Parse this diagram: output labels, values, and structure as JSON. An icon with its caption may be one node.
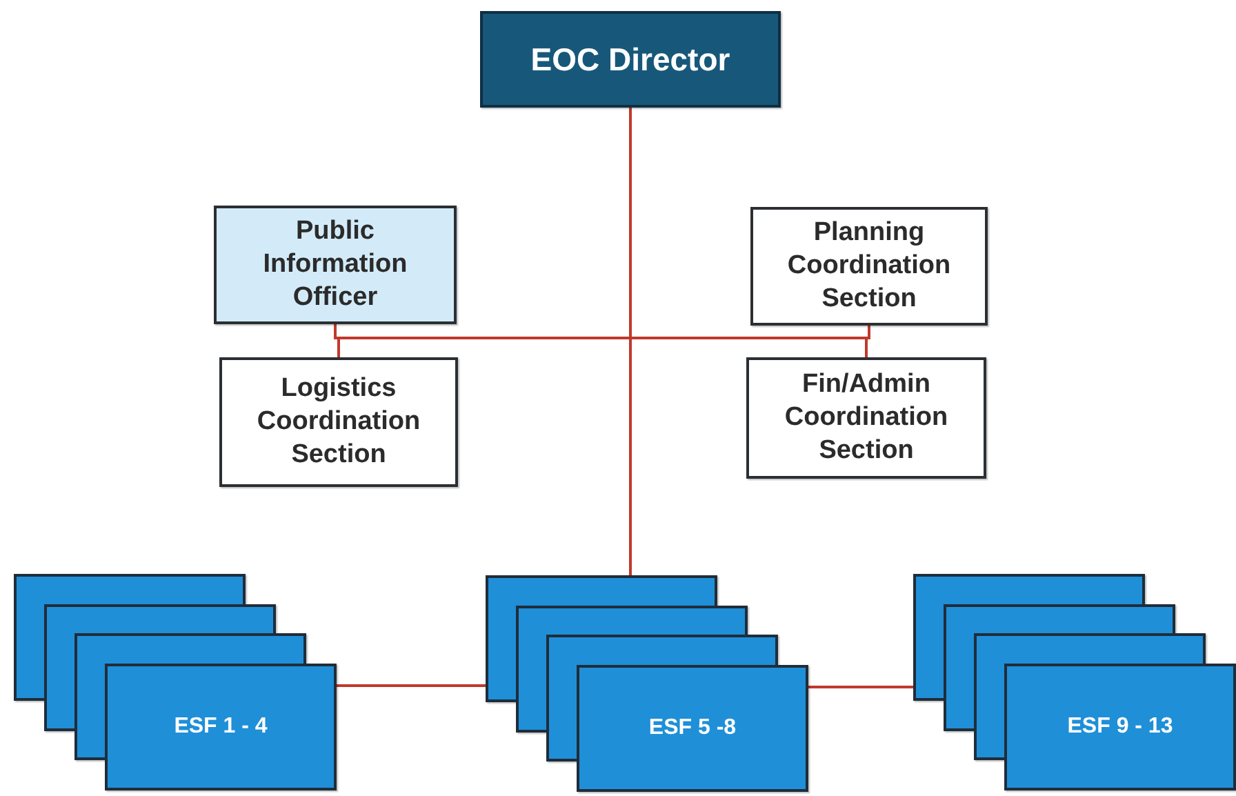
{
  "diagram": {
    "nodes": [
      {
        "text": [
          "EOC Director"
        ]
      },
      {
        "text": [
          "Public Information Officer"
        ]
      },
      {
        "text": [
          "Planning Coordination Section"
        ]
      },
      {
        "text": [
          "Logistics Coordination Section"
        ]
      },
      {
        "text": [
          "Fin/Admin Coordination Section"
        ]
      },
      {
        "text": [
          "ESF 1 - 4"
        ]
      },
      {
        "text": [
          "ESF 5 -8"
        ]
      },
      {
        "text": [
          "ESF 9 - 13"
        ]
      }
    ],
    "edges": [
      {
        "from": 0,
        "to": 6,
        "arrow": "none"
      },
      {
        "from": 0,
        "to": 1,
        "arrow": "none"
      },
      {
        "from": 0,
        "to": 3,
        "arrow": "none"
      },
      {
        "from": 0,
        "to": 2,
        "arrow": "none"
      },
      {
        "from": 0,
        "to": 4,
        "arrow": "none"
      },
      {
        "from": 5,
        "to": 6,
        "arrow": "none"
      },
      {
        "from": 6,
        "to": 7,
        "arrow": "none"
      }
    ]
  }
}
